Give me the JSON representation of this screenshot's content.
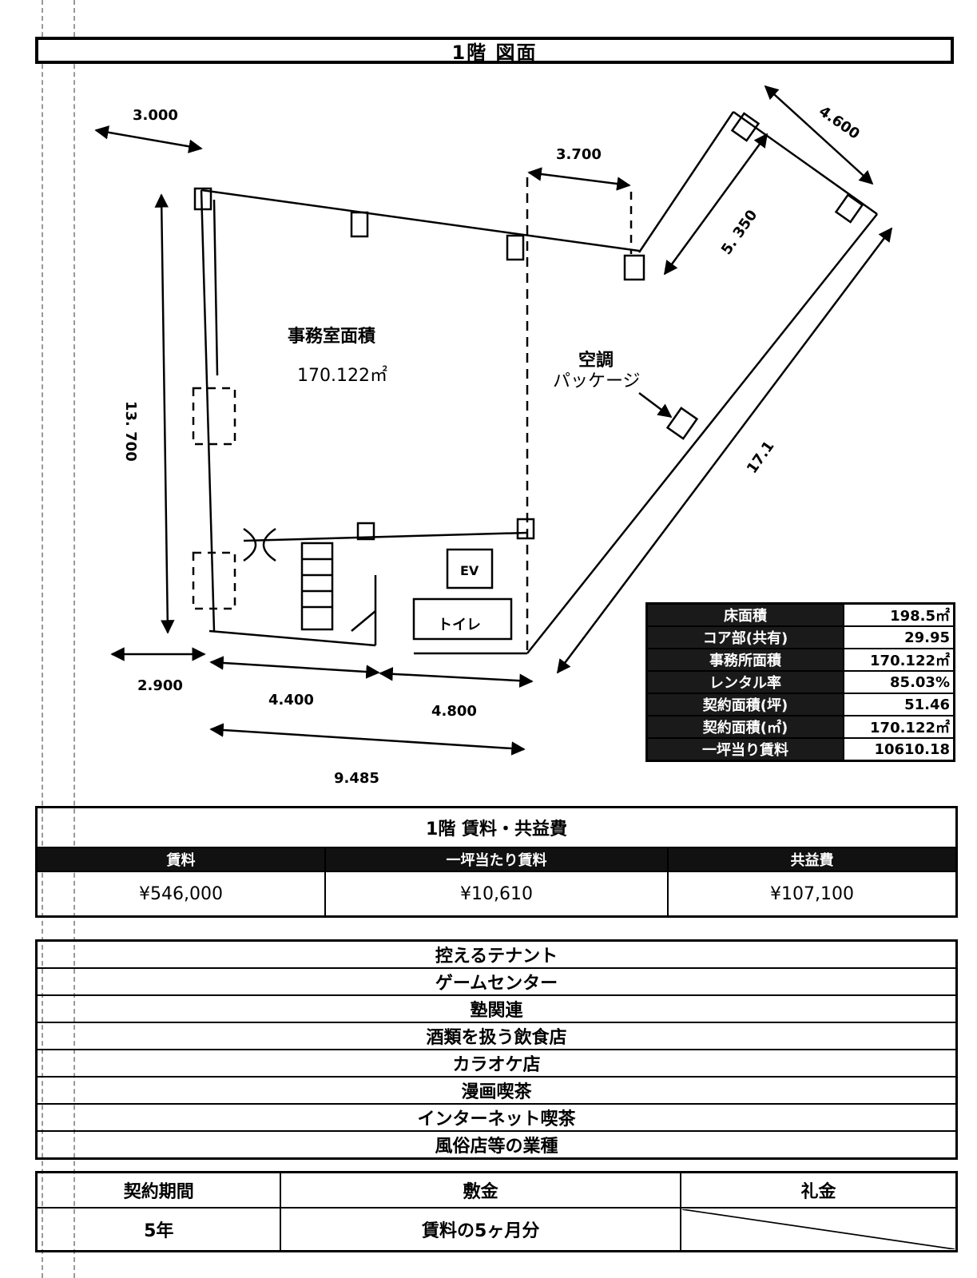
{
  "page": {
    "title": "1階 図面"
  },
  "plan": {
    "dims": {
      "top_left_width": "3.000",
      "top_mid_width": "3.700",
      "top_right_width": "4.600",
      "right_inner": "5. 350",
      "right_long": "17.1",
      "left_height": "13. 700",
      "bottom_left": "2.900",
      "bottom_mid": "4.400",
      "bottom_right": "4.800",
      "bottom_total": "9.485"
    },
    "room_label": "事務室面積",
    "room_area": "170.122㎡",
    "ac_label_1": "空調",
    "ac_label_2": "パッケージ",
    "toilet_label": "トイレ",
    "ev_label": "EV"
  },
  "area_table": [
    {
      "label": "床面積",
      "value": "198.5㎡"
    },
    {
      "label": "コア部(共有)",
      "value": "29.95"
    },
    {
      "label": "事務所面積",
      "value": "170.122㎡"
    },
    {
      "label": "レンタル率",
      "value": "85.03%"
    },
    {
      "label": "契約面積(坪)",
      "value": "51.46"
    },
    {
      "label": "契約面積(㎡)",
      "value": "170.122㎡"
    },
    {
      "label": "一坪当り賃料",
      "value": "10610.18"
    }
  ],
  "rent_table": {
    "caption": "1階 賃料・共益費",
    "headers": [
      "賃料",
      "一坪当たり賃料",
      "共益費"
    ],
    "values": [
      "¥546,000",
      "¥10,610",
      "¥107,100"
    ]
  },
  "tenant_table": {
    "header": "控えるテナント",
    "items": [
      "ゲームセンター",
      "塾関連",
      "酒類を扱う飲食店",
      "カラオケ店",
      "漫画喫茶",
      "インターネット喫茶",
      "風俗店等の業種"
    ]
  },
  "contract_table": {
    "headers": [
      "契約期間",
      "敷金",
      "礼金"
    ],
    "values": [
      "5年",
      "賃料の5ヶ月分",
      ""
    ]
  }
}
